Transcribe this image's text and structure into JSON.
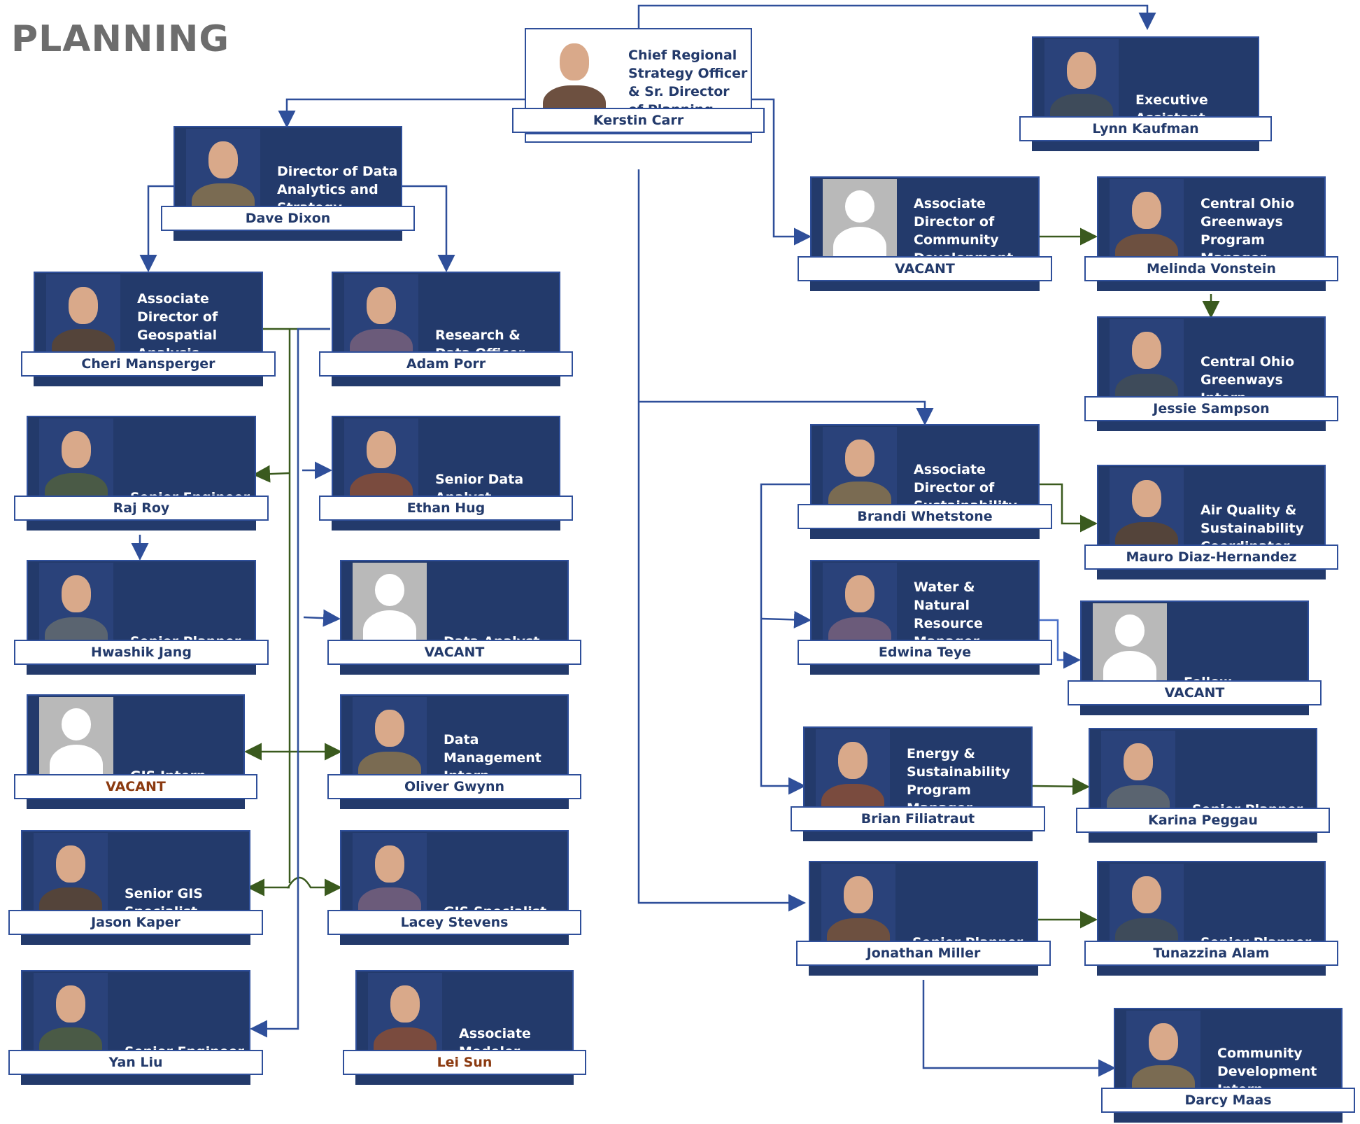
{
  "page": {
    "title": "PLANNING"
  },
  "colors": {
    "card": "#233a6b",
    "border": "#2f4f9a",
    "line_blue": "#2f4f9a",
    "line_green": "#3a5a1e",
    "vacant_alt": "#8b3a10"
  },
  "nodes": [
    {
      "id": "carr",
      "title": "Chief Regional Strategy Officer & Sr. Director of Planning",
      "name": "Kerstin Carr",
      "photo": "photo",
      "style": "white"
    },
    {
      "id": "kaufman",
      "title": "Executive Assistant",
      "name": "Lynn Kaufman",
      "photo": "photo"
    },
    {
      "id": "dixon",
      "title": "Director of Data Analytics and Strategy",
      "name": "Dave Dixon",
      "photo": "photo"
    },
    {
      "id": "mansperger",
      "title": "Associate Director of Geospatial Analysis",
      "name": "Cheri Mansperger",
      "photo": "photo"
    },
    {
      "id": "porr",
      "title": "Research & Data Officer",
      "name": "Adam Porr",
      "photo": "photo"
    },
    {
      "id": "roy",
      "title": "Senior Engineer",
      "name": "Raj Roy",
      "photo": "photo"
    },
    {
      "id": "hug",
      "title": "Senior Data Analyst",
      "name": "Ethan Hug",
      "photo": "photo"
    },
    {
      "id": "jang",
      "title": "Senior Planner",
      "name": "Hwashik Jang",
      "photo": "photo"
    },
    {
      "id": "data_analyst",
      "title": "Data Analyst",
      "name": "VACANT",
      "photo": "silhouette"
    },
    {
      "id": "gis_intern",
      "title": "GIS Intern",
      "name": "VACANT",
      "photo": "silhouette",
      "alt": true
    },
    {
      "id": "gwynn",
      "title": "Data Management Intern",
      "name": "Oliver Gwynn",
      "photo": "photo"
    },
    {
      "id": "kaper",
      "title": "Senior GIS Specialist",
      "name": "Jason Kaper",
      "photo": "photo"
    },
    {
      "id": "stevens",
      "title": "GIS Specialist",
      "name": "Lacey Stevens",
      "photo": "photo"
    },
    {
      "id": "liu",
      "title": "Senior Engineer",
      "name": "Yan Liu",
      "photo": "photo"
    },
    {
      "id": "sun",
      "title": "Associate Modeler",
      "name": "Lei Sun",
      "photo": "photo",
      "alt": true
    },
    {
      "id": "comm_dev",
      "title": "Associate Director of Community Development",
      "name": "VACANT",
      "photo": "silhouette"
    },
    {
      "id": "vonstein",
      "title": "Central Ohio Greenways Program Manager",
      "name": "Melinda Vonstein",
      "photo": "photo"
    },
    {
      "id": "sampson",
      "title": "Central Ohio Greenways Intern",
      "name": "Jessie Sampson",
      "photo": "photo"
    },
    {
      "id": "whetstone",
      "title": "Associate Director of Sustainability",
      "name": "Brandi Whetstone",
      "photo": "photo"
    },
    {
      "id": "diaz",
      "title": "Air Quality & Sustainability Coordinator",
      "name": "Mauro Diaz-Hernandez",
      "photo": "photo"
    },
    {
      "id": "teye",
      "title": "Water & Natural Resource Manager",
      "name": "Edwina Teye",
      "photo": "photo"
    },
    {
      "id": "fellow",
      "title": "Fellow",
      "name": "VACANT",
      "photo": "silhouette"
    },
    {
      "id": "filiatraut",
      "title": "Energy & Sustainability Program Manager",
      "name": "Brian Filiatraut",
      "photo": "photo"
    },
    {
      "id": "peggau",
      "title": "Senior Planner",
      "name": "Karina Peggau",
      "photo": "photo"
    },
    {
      "id": "miller",
      "title": "Senior Planner",
      "name": "Jonathan Miller",
      "photo": "photo"
    },
    {
      "id": "alam",
      "title": "Senior Planner",
      "name": "Tunazzina Alam",
      "photo": "photo"
    },
    {
      "id": "maas",
      "title": "Community Development Intern",
      "name": "Darcy Maas",
      "photo": "photo"
    }
  ],
  "edges": [
    {
      "from": "carr",
      "to": "kaufman",
      "kind": "reports-to"
    },
    {
      "from": "carr",
      "to": "dixon",
      "kind": "reports-to"
    },
    {
      "from": "carr",
      "to": "comm_dev",
      "kind": "reports-to"
    },
    {
      "from": "carr",
      "to": "whetstone",
      "kind": "reports-to"
    },
    {
      "from": "carr",
      "to": "miller",
      "kind": "reports-to"
    },
    {
      "from": "dixon",
      "to": "mansperger",
      "kind": "reports-to"
    },
    {
      "from": "dixon",
      "to": "porr",
      "kind": "reports-to"
    },
    {
      "from": "comm_dev",
      "to": "vonstein",
      "kind": "reports-to"
    },
    {
      "from": "vonstein",
      "to": "sampson",
      "kind": "reports-to"
    },
    {
      "from": "whetstone",
      "to": "diaz",
      "kind": "reports-to"
    },
    {
      "from": "whetstone",
      "to": "teye",
      "kind": "reports-to"
    },
    {
      "from": "whetstone",
      "to": "filiatraut",
      "kind": "reports-to"
    },
    {
      "from": "teye",
      "to": "fellow",
      "kind": "reports-to"
    },
    {
      "from": "filiatraut",
      "to": "peggau",
      "kind": "reports-to"
    },
    {
      "from": "miller",
      "to": "alam",
      "kind": "reports-to"
    },
    {
      "from": "miller",
      "to": "maas",
      "kind": "reports-to"
    },
    {
      "from": "roy",
      "to": "jang",
      "kind": "reports-to"
    },
    {
      "from": "mansperger",
      "to": "roy",
      "kind": "reports-to"
    },
    {
      "from": "mansperger",
      "to": "gis_intern",
      "kind": "reports-to"
    },
    {
      "from": "mansperger",
      "to": "kaper",
      "kind": "reports-to"
    },
    {
      "from": "mansperger",
      "to": "gwynn",
      "kind": "reports-to"
    },
    {
      "from": "mansperger",
      "to": "stevens",
      "kind": "reports-to"
    },
    {
      "from": "porr",
      "to": "hug",
      "kind": "reports-to"
    },
    {
      "from": "porr",
      "to": "data_analyst",
      "kind": "reports-to"
    },
    {
      "from": "porr",
      "to": "liu",
      "kind": "reports-to"
    }
  ]
}
